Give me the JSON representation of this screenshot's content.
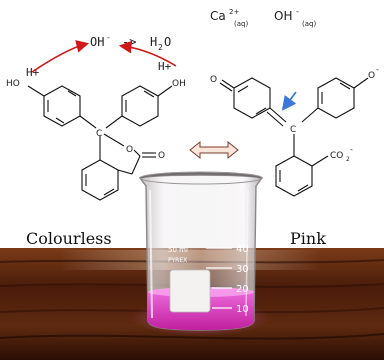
{
  "ions_label": {
    "ca": "Ca",
    "ca_charge": "2+",
    "ca_state": "(aq)",
    "oh": "OH",
    "oh_charge": "-",
    "oh_state": "(aq)"
  },
  "reaction": {
    "oh": "OH",
    "oh_charge": "-",
    "arrow": "->",
    "water": "H",
    "water_sub": "2",
    "water_o": "O",
    "h_left": "H+",
    "h_right": "H+"
  },
  "colourless_molecule": {
    "ho_left": "HO",
    "oh_right": "OH",
    "carbon": "C",
    "ring_o": "O",
    "carbonyl_o": "O"
  },
  "pink_molecule": {
    "o_left": "O",
    "o_right": "O",
    "o_right_charge": "-",
    "carbon": "C",
    "co2": "CO",
    "co2_sub": "2",
    "co2_charge": "-"
  },
  "labels": {
    "colourless": "Colourless",
    "pink": "Pink"
  },
  "beaker": {
    "top_label": "50 ml",
    "brand": "PYREX",
    "marks": [
      "40",
      "30",
      "20",
      "10"
    ],
    "liquid_color": "#e23fd0"
  },
  "colors": {
    "arrow_red": "#d01818",
    "arrow_blue": "#3a78d8",
    "table_dark": "#3a1508",
    "table_light": "#8a4a24"
  }
}
